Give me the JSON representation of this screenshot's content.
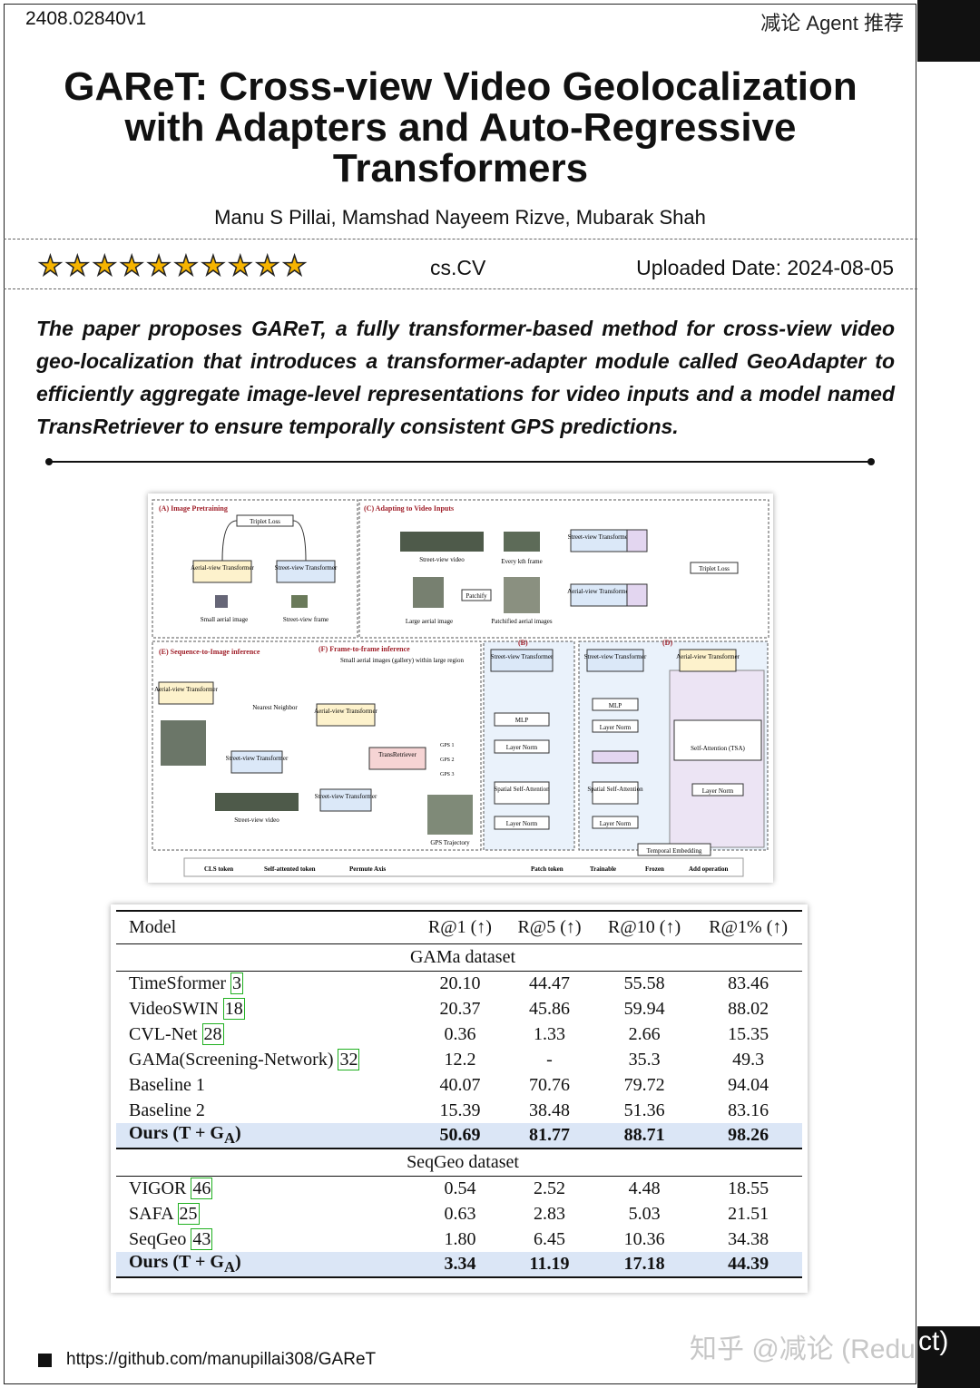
{
  "header": {
    "arxiv_id": "2408.02840v1",
    "recommendation": "减论 Agent 推荐"
  },
  "paper": {
    "title": "GAReT: Cross-view Video Geolocalization with Adapters and Auto-Regressive Transformers",
    "authors": "Manu S Pillai, Mamshad Nayeem Rizve, Mubarak Shah",
    "rating_stars": 10,
    "category": "cs.CV",
    "uploaded": "Uploaded Date: 2024-08-05",
    "summary": "The paper proposes GAReT, a fully transformer-based method for cross-view video geo-localization that introduces a transformer-adapter module called GeoAdapter to efficiently aggregate image-level representations for video inputs and a model named TransRetriever to ensure temporally consistent GPS predictions."
  },
  "figure": {
    "panel_a": "(A) Image Pretraining",
    "panel_c": "(C) Adapting to Video Inputs",
    "panel_e": "(E) Sequence-to-Image inference",
    "panel_f": "(F) Frame-to-frame inference",
    "panel_b": "(B)",
    "panel_d": "(D)",
    "triplet_loss": "Triplet Loss",
    "aerial_transformer": "Aerial-view Transformer",
    "street_transformer": "Street-view Transformer",
    "small_aerial": "Small aerial image",
    "street_frame": "Street-view frame",
    "street_video": "Street-view video",
    "every_kth": "Every kth frame",
    "patchify": "Patchify",
    "large_aerial": "Large aerial image",
    "patchified": "Patchified aerial images",
    "nearest_neighbor": "Nearest Neighbor",
    "small_gallery": "Small aerial images (gallery) within large region",
    "trans_retriever": "TransRetriever",
    "gps_1": "GPS 1",
    "gps_2": "GPS 2",
    "gps_3": "GPS 3",
    "gps_traj": "GPS Trajectory",
    "mlp": "MLP",
    "layer_norm": "Layer Norm",
    "spatial_sa": "Spatial Self-Attention",
    "tsa": "Self-Attention (TSA)",
    "temporal_emb": "Temporal Embedding",
    "legend": [
      "CLS token",
      "Self-attented token",
      "Permute Axis",
      "Patch token",
      "Trainable",
      "Frozen",
      "Add operation"
    ]
  },
  "table": {
    "headers": [
      "Model",
      "R@1 (↑)",
      "R@5 (↑)",
      "R@10 (↑)",
      "R@1% (↑)"
    ],
    "groups": [
      {
        "name": "GAMa dataset",
        "rows": [
          {
            "model": "TimeSformer",
            "cite": "3",
            "values": [
              "20.10",
              "44.47",
              "55.58",
              "83.46"
            ]
          },
          {
            "model": "VideoSWIN",
            "cite": "18",
            "values": [
              "20.37",
              "45.86",
              "59.94",
              "88.02"
            ]
          },
          {
            "model": "CVL-Net",
            "cite": "28",
            "values": [
              "0.36",
              "1.33",
              "2.66",
              "15.35"
            ]
          },
          {
            "model": "GAMa(Screening-Network)",
            "cite": "32",
            "values": [
              "12.2",
              "-",
              "35.3",
              "49.3"
            ]
          },
          {
            "model": "Baseline 1",
            "cite": "",
            "values": [
              "40.07",
              "70.76",
              "79.72",
              "94.04"
            ]
          },
          {
            "model": "Baseline 2",
            "cite": "",
            "values": [
              "15.39",
              "38.48",
              "51.36",
              "83.16"
            ]
          }
        ],
        "ours": {
          "model": "Ours (T + G",
          "sub": "A",
          "close": ")",
          "values": [
            "50.69",
            "81.77",
            "88.71",
            "98.26"
          ]
        }
      },
      {
        "name": "SeqGeo dataset",
        "rows": [
          {
            "model": "VIGOR",
            "cite": "46",
            "values": [
              "0.54",
              "2.52",
              "4.48",
              "18.55"
            ]
          },
          {
            "model": "SAFA",
            "cite": "25",
            "values": [
              "0.63",
              "2.83",
              "5.03",
              "21.51"
            ]
          },
          {
            "model": "SeqGeo",
            "cite": "43",
            "values": [
              "1.80",
              "6.45",
              "10.36",
              "34.38"
            ]
          }
        ],
        "ours": {
          "model": "Ours (T + G",
          "sub": "A",
          "close": ")",
          "values": [
            "3.34",
            "11.19",
            "17.18",
            "44.39"
          ]
        }
      }
    ]
  },
  "footer": {
    "link": "https://github.com/manupillai308/GAReT",
    "watermark": "知乎 @减论 (Redu",
    "watermark_suffix": "ct)"
  },
  "colors": {
    "star": "#f6b400",
    "ours_row": "#dbe6f6",
    "cite_box": "#20b020"
  }
}
